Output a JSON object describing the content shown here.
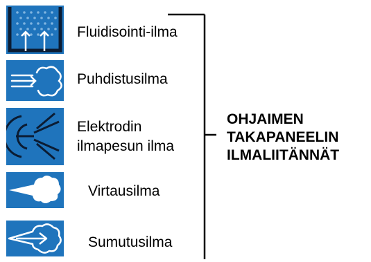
{
  "colors": {
    "icon_fill": "#1f74bc",
    "icon_dark": "#0b1c33",
    "line": "#000000",
    "glyph": "#ffffff"
  },
  "items": [
    {
      "label": "Fluidisointi-ilma",
      "icon": "fluidizing-air-icon"
    },
    {
      "label": "Puhdistusilma",
      "icon": "purge-air-icon"
    },
    {
      "label_lines": [
        "Elektrodin",
        "ilmapesun ilma"
      ],
      "icon": "electrode-wash-air-icon"
    },
    {
      "label": "Virtausilma",
      "icon": "flow-air-icon"
    },
    {
      "label": "Sumutusilma",
      "icon": "atomizing-air-icon"
    }
  ],
  "group_title": [
    "OHJAIMEN",
    "TAKAPANEELIN",
    "ILMALIITÄNNÄT"
  ]
}
